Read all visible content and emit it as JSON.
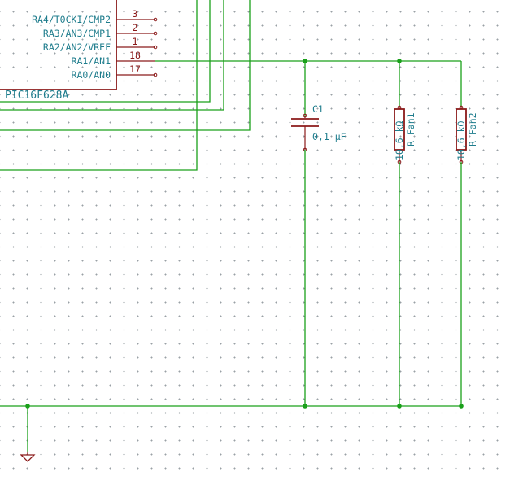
{
  "ic": {
    "part": "PIC16F628A",
    "pins": [
      {
        "label": "RA4/T0CKI/CMP2",
        "number": "3"
      },
      {
        "label": "RA3/AN3/CMP1",
        "number": "2"
      },
      {
        "label": "RA2/AN2/VREF",
        "number": "1"
      },
      {
        "label": "RA1/AN1",
        "number": "18"
      },
      {
        "label": "RA0/AN0",
        "number": "17"
      }
    ]
  },
  "capacitor": {
    "ref": "C1",
    "value": "0,1 μF"
  },
  "resistors": [
    {
      "ref": "R Fan1",
      "value": "10,6 kΩ"
    },
    {
      "ref": "R Fan2",
      "value": "10,6 kΩ"
    }
  ],
  "colors": {
    "wire": "#1aa01a",
    "component": "#8b1a1a",
    "text": "#1e7c8c"
  }
}
